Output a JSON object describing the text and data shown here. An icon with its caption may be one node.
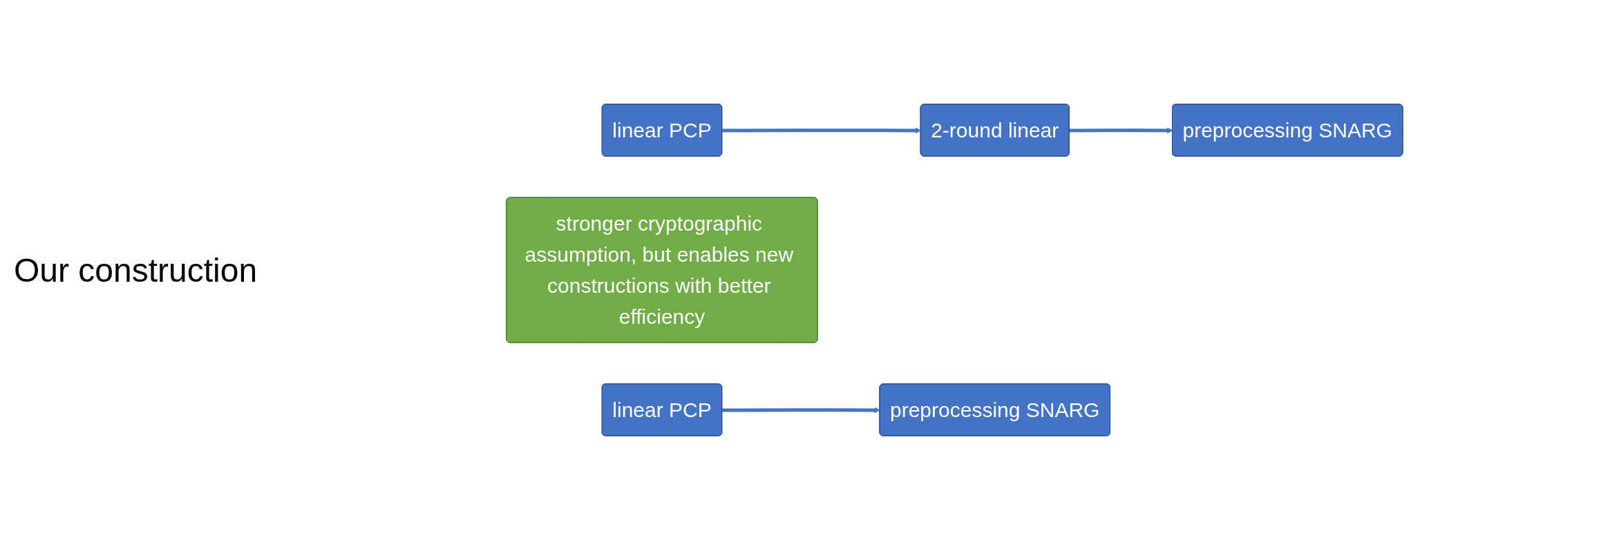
{
  "diagram": {
    "nodes": [
      {
        "text": [
          "linear PCP"
        ]
      },
      {
        "text": [
          "2-round linear"
        ]
      },
      {
        "text": [
          "preprocessing SNARG"
        ]
      },
      {
        "text": [
          "stronger cryptographic assumption, but enables new constructions with better efficiency"
        ]
      },
      {
        "text": [
          "linear PCP"
        ]
      },
      {
        "text": [
          "preprocessing SNARG"
        ]
      }
    ],
    "edges": [
      {
        "from": 0,
        "to": 1,
        "arrow": "to"
      },
      {
        "from": 1,
        "to": 2,
        "arrow": "to"
      },
      {
        "from": 4,
        "to": 5,
        "arrow": "to"
      }
    ],
    "labels": [
      "Our construction"
    ]
  }
}
